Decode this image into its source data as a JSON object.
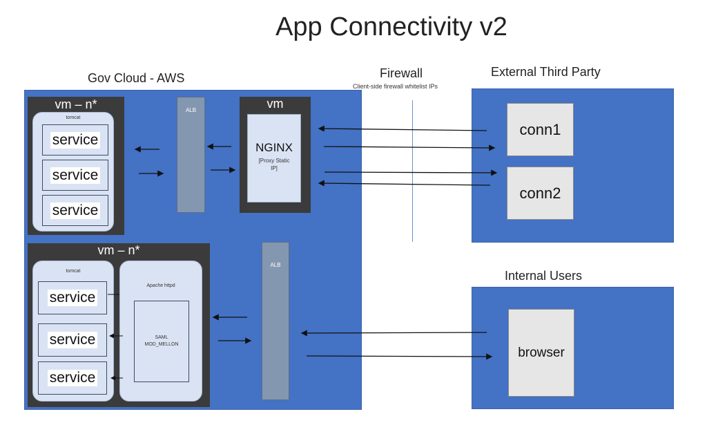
{
  "title": "App Connectivity v2",
  "gov_cloud": {
    "label": "Gov Cloud - AWS",
    "vm_top": {
      "label": "vm – n*",
      "tomcat": "tomcat",
      "services": [
        "service",
        "service",
        "service"
      ]
    },
    "alb_top": "ALB",
    "nginx_vm": {
      "label": "vm",
      "name": "NGINX",
      "note": "[Proxy Static IP]"
    },
    "vm_bottom": {
      "label": "vm – n*",
      "tomcat": "tomcat",
      "services": [
        "service",
        "service",
        "service"
      ],
      "apache": "Apache httpd",
      "saml": "SAML MOD_MELLON"
    },
    "alb_bottom": "ALB"
  },
  "firewall": {
    "label": "Firewall",
    "note": "Client-side firewall whitelist IPs"
  },
  "external": {
    "label": "External Third Party",
    "connections": [
      "conn1",
      "conn2"
    ]
  },
  "internal": {
    "label": "Internal Users",
    "client": "browser"
  }
}
